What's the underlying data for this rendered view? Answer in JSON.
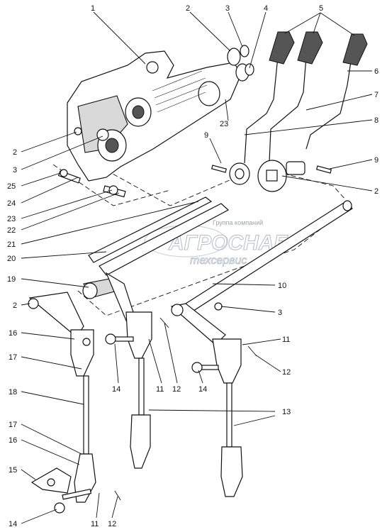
{
  "watermark": {
    "line1": "Группа компаний",
    "line2": "АГРОСНАБ",
    "line3": "техсервис"
  },
  "callouts": {
    "n1": "1",
    "n2": "2",
    "n3": "3",
    "n4": "4",
    "n5": "5",
    "n6": "6",
    "n7": "7",
    "n8": "8",
    "n9": "9",
    "n10": "10",
    "n11": "11",
    "n12": "12",
    "n13": "13",
    "n14": "14",
    "n15": "15",
    "n16": "16",
    "n17": "17",
    "n18": "18",
    "n19": "19",
    "n20": "20",
    "n21": "21",
    "n22": "22",
    "n23": "23",
    "n24": "24",
    "n25": "25"
  }
}
